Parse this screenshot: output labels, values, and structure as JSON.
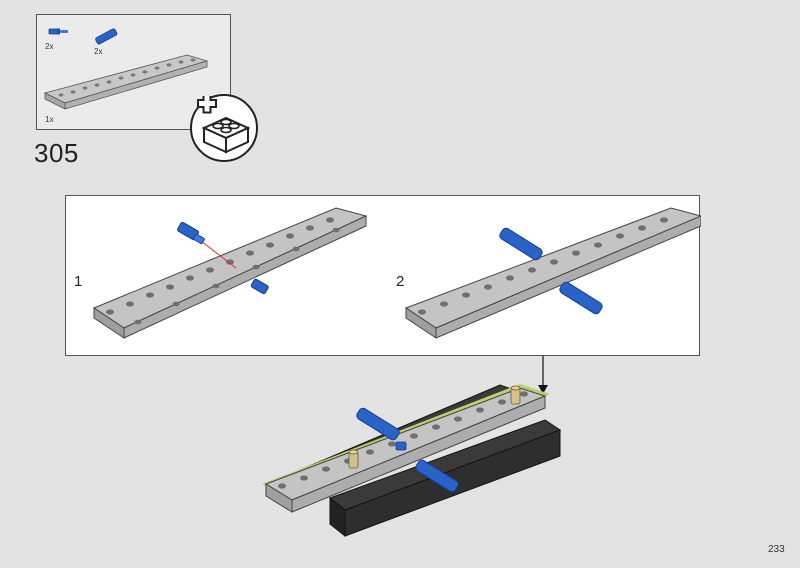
{
  "step": {
    "number": "305"
  },
  "parts_list": [
    {
      "qty": "2x",
      "icon": "blue-short-pin"
    },
    {
      "qty": "2x",
      "icon": "blue-long-pin"
    },
    {
      "qty": "1x",
      "icon": "gray-liftarm-beam"
    }
  ],
  "badge": {
    "icon": "add-brick-icon"
  },
  "substeps": [
    {
      "number": "1"
    },
    {
      "number": "2"
    }
  ],
  "page": {
    "number": "233"
  },
  "colors": {
    "background": "#e3e3e3",
    "beam": "#bdbdbd",
    "pin_blue": "#2a63c8",
    "highlight_green": "#b8d16a",
    "axle_tan": "#d6c089",
    "dark_beam": "#2e2e2e"
  }
}
